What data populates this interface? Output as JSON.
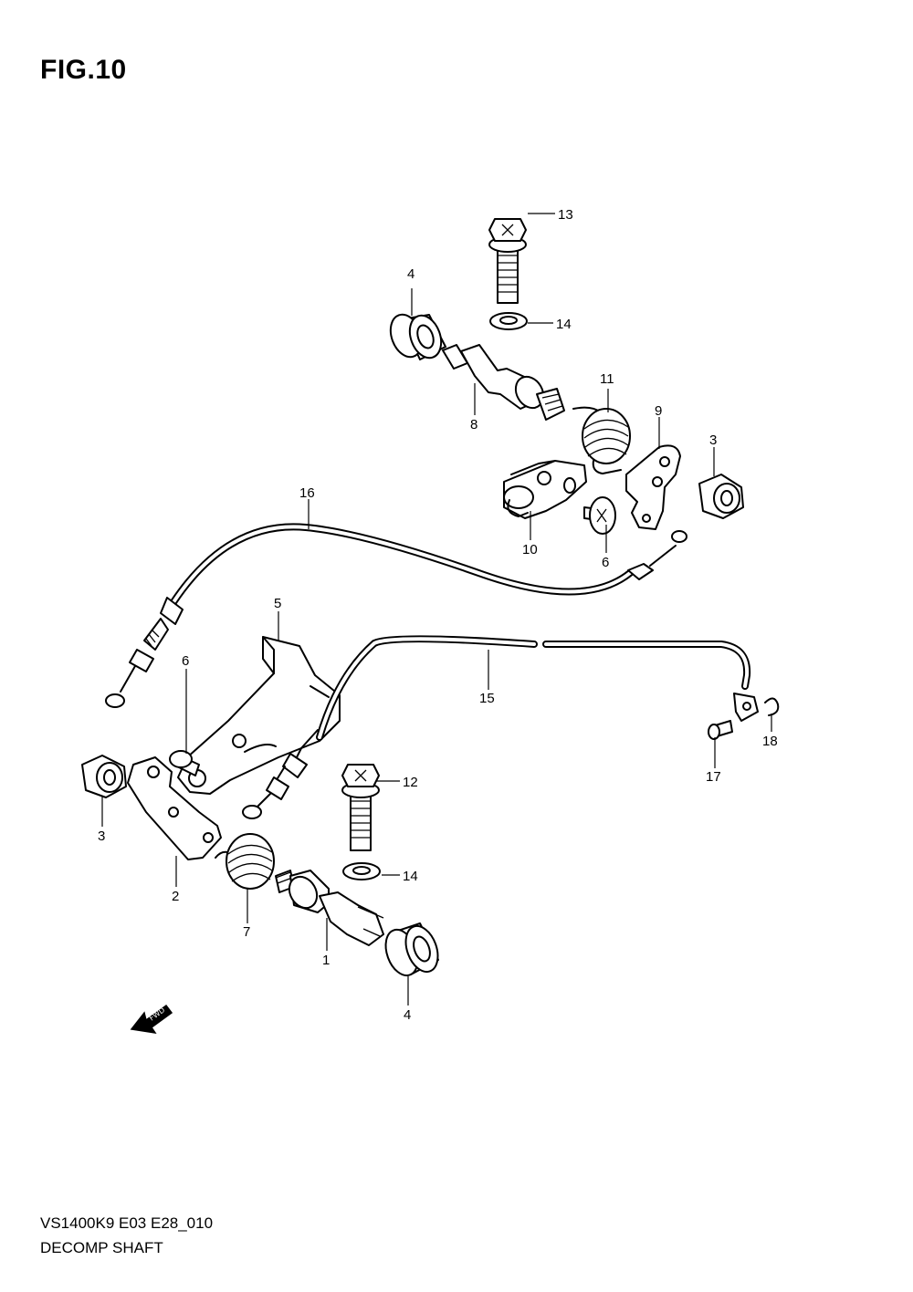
{
  "figure": {
    "title": "FIG.10",
    "model_code": "VS1400K9 E03 E28_010",
    "name": "DECOMP SHAFT",
    "fwd_label": "FWD"
  },
  "callouts": [
    {
      "id": "c13",
      "label": "13"
    },
    {
      "id": "c4a",
      "label": "4"
    },
    {
      "id": "c14a",
      "label": "14"
    },
    {
      "id": "c11",
      "label": "11"
    },
    {
      "id": "c8",
      "label": "8"
    },
    {
      "id": "c9",
      "label": "9"
    },
    {
      "id": "c3a",
      "label": "3"
    },
    {
      "id": "c16",
      "label": "16"
    },
    {
      "id": "c10",
      "label": "10"
    },
    {
      "id": "c6a",
      "label": "6"
    },
    {
      "id": "c5",
      "label": "5"
    },
    {
      "id": "c6b",
      "label": "6"
    },
    {
      "id": "c15",
      "label": "15"
    },
    {
      "id": "c17",
      "label": "17"
    },
    {
      "id": "c18",
      "label": "18"
    },
    {
      "id": "c12",
      "label": "12"
    },
    {
      "id": "c3b",
      "label": "3"
    },
    {
      "id": "c14b",
      "label": "14"
    },
    {
      "id": "c2",
      "label": "2"
    },
    {
      "id": "c7",
      "label": "7"
    },
    {
      "id": "c1",
      "label": "1"
    },
    {
      "id": "c4b",
      "label": "4"
    }
  ]
}
